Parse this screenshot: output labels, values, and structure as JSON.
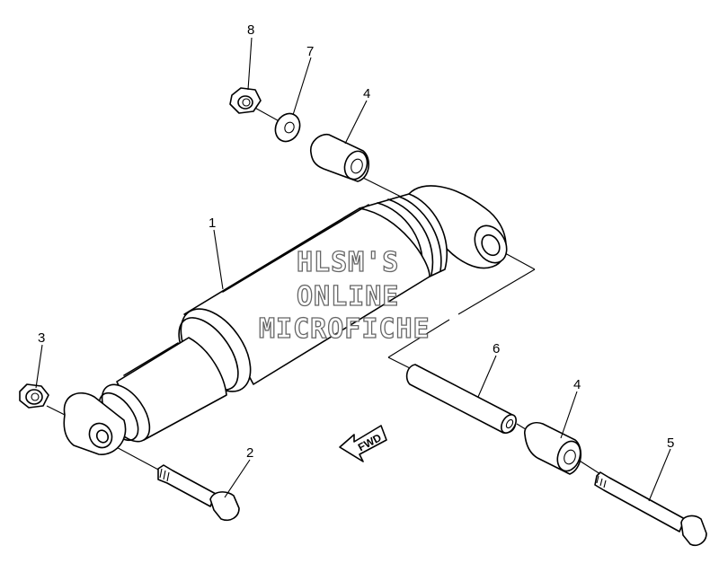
{
  "watermark": {
    "line1": "HLSM'S",
    "line2": "ONLINE",
    "line3": "MICROFICHE"
  },
  "direction_arrow": {
    "label": "FWD"
  },
  "callouts": [
    {
      "id": "c1",
      "number": "1"
    },
    {
      "id": "c2",
      "number": "2"
    },
    {
      "id": "c3",
      "number": "3"
    },
    {
      "id": "c4a",
      "number": "4"
    },
    {
      "id": "c4b",
      "number": "4"
    },
    {
      "id": "c5",
      "number": "5"
    },
    {
      "id": "c6",
      "number": "6"
    },
    {
      "id": "c7",
      "number": "7"
    },
    {
      "id": "c8",
      "number": "8"
    }
  ],
  "colors": {
    "line": "#000000",
    "background": "#ffffff",
    "watermark_outline": "#666666"
  }
}
